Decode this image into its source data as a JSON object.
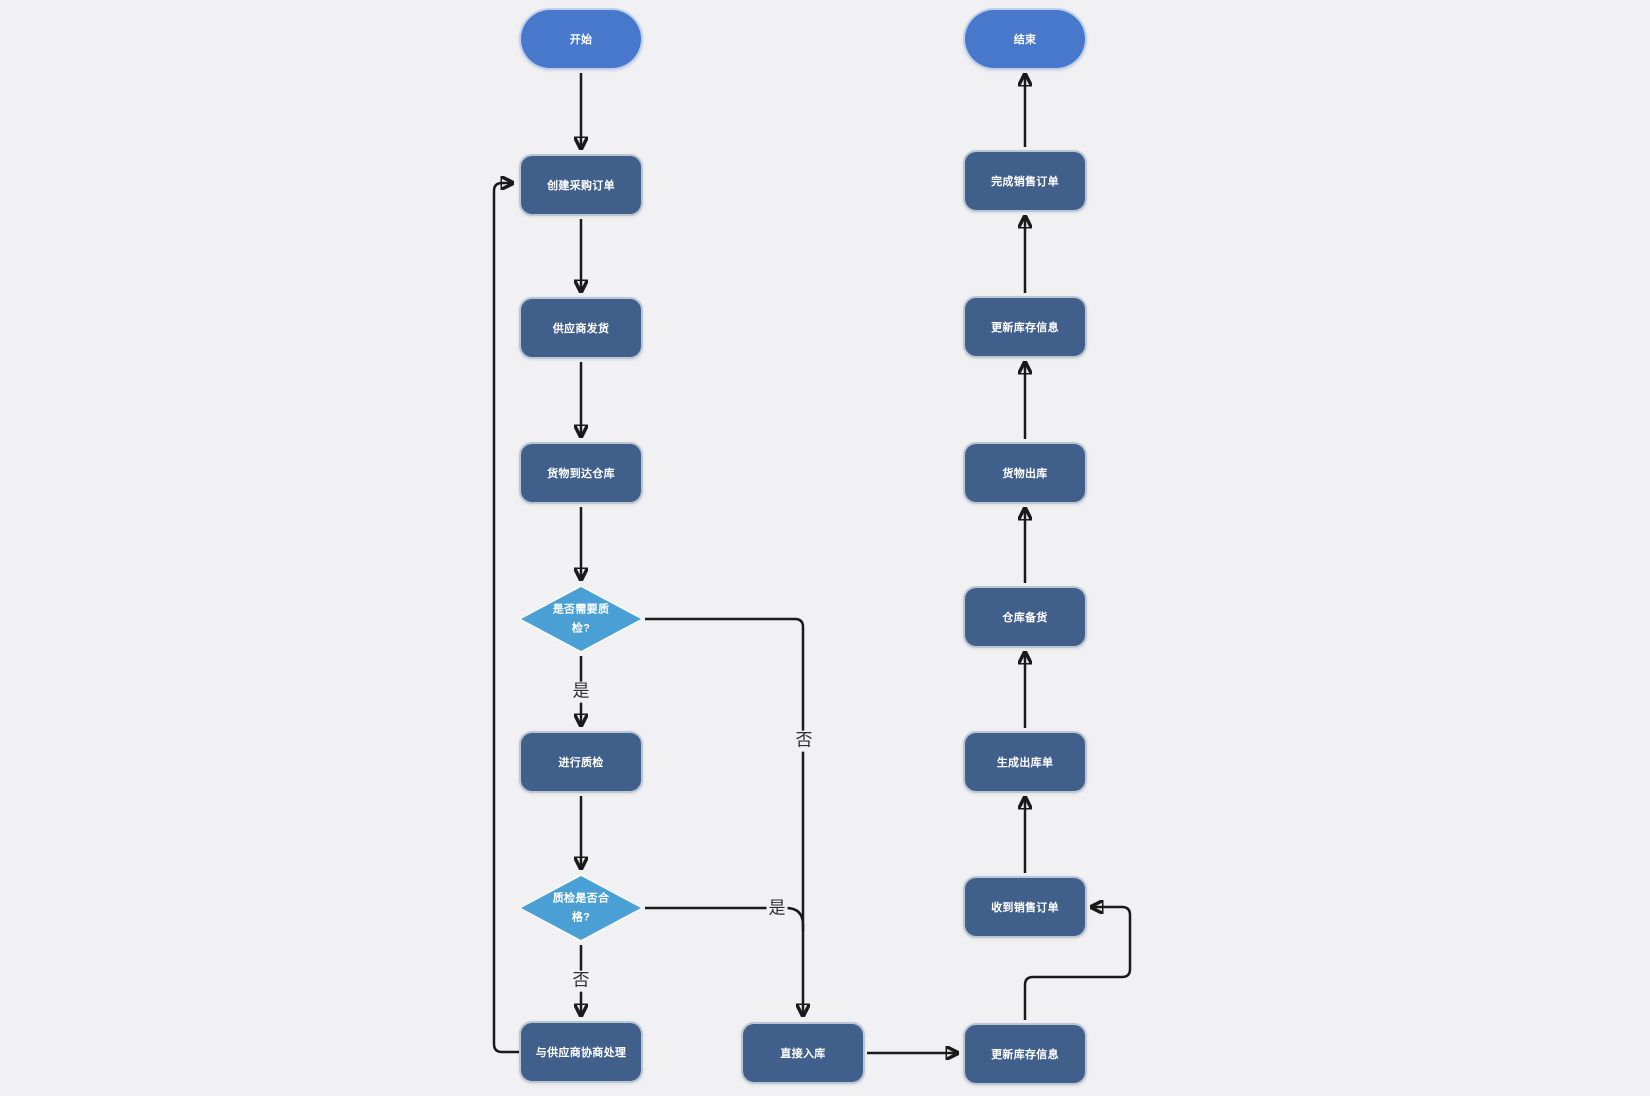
{
  "nodes": {
    "start": {
      "label": "开始"
    },
    "create_po": {
      "label": "创建采购订单"
    },
    "supplier_ship": {
      "label": "供应商发货"
    },
    "goods_arrive": {
      "label": "货物到达仓库"
    },
    "need_qc": {
      "label": "是否需要质检?"
    },
    "do_qc": {
      "label": "进行质检"
    },
    "qc_pass": {
      "label": "质检是否合格?"
    },
    "negotiate": {
      "label": "与供应商协商处理"
    },
    "direct_in": {
      "label": "直接入库"
    },
    "update_inventory_inbound": {
      "label": "更新库存信息"
    },
    "receive_sales_order": {
      "label": "收到销售订单"
    },
    "generate_outbound_order": {
      "label": "生成出库单"
    },
    "warehouse_prepare": {
      "label": "仓库备货"
    },
    "goods_outbound": {
      "label": "货物出库"
    },
    "update_inventory_outbound": {
      "label": "更新库存信息"
    },
    "complete_sales_order": {
      "label": "完成销售订单"
    },
    "end": {
      "label": "结束"
    }
  },
  "edge_labels": {
    "need_qc_yes": "是",
    "need_qc_no": "否",
    "qc_pass_yes": "是",
    "qc_pass_no": "否"
  },
  "colors": {
    "background": "#f1f1f4",
    "terminal_fill": "#4778cc",
    "process_fill": "#405f8b",
    "decision_fill": "#4aa0d4",
    "node_text": "#ffffff",
    "connector": "#1a1a1a",
    "edge_label_text": "#2d2d2d"
  }
}
